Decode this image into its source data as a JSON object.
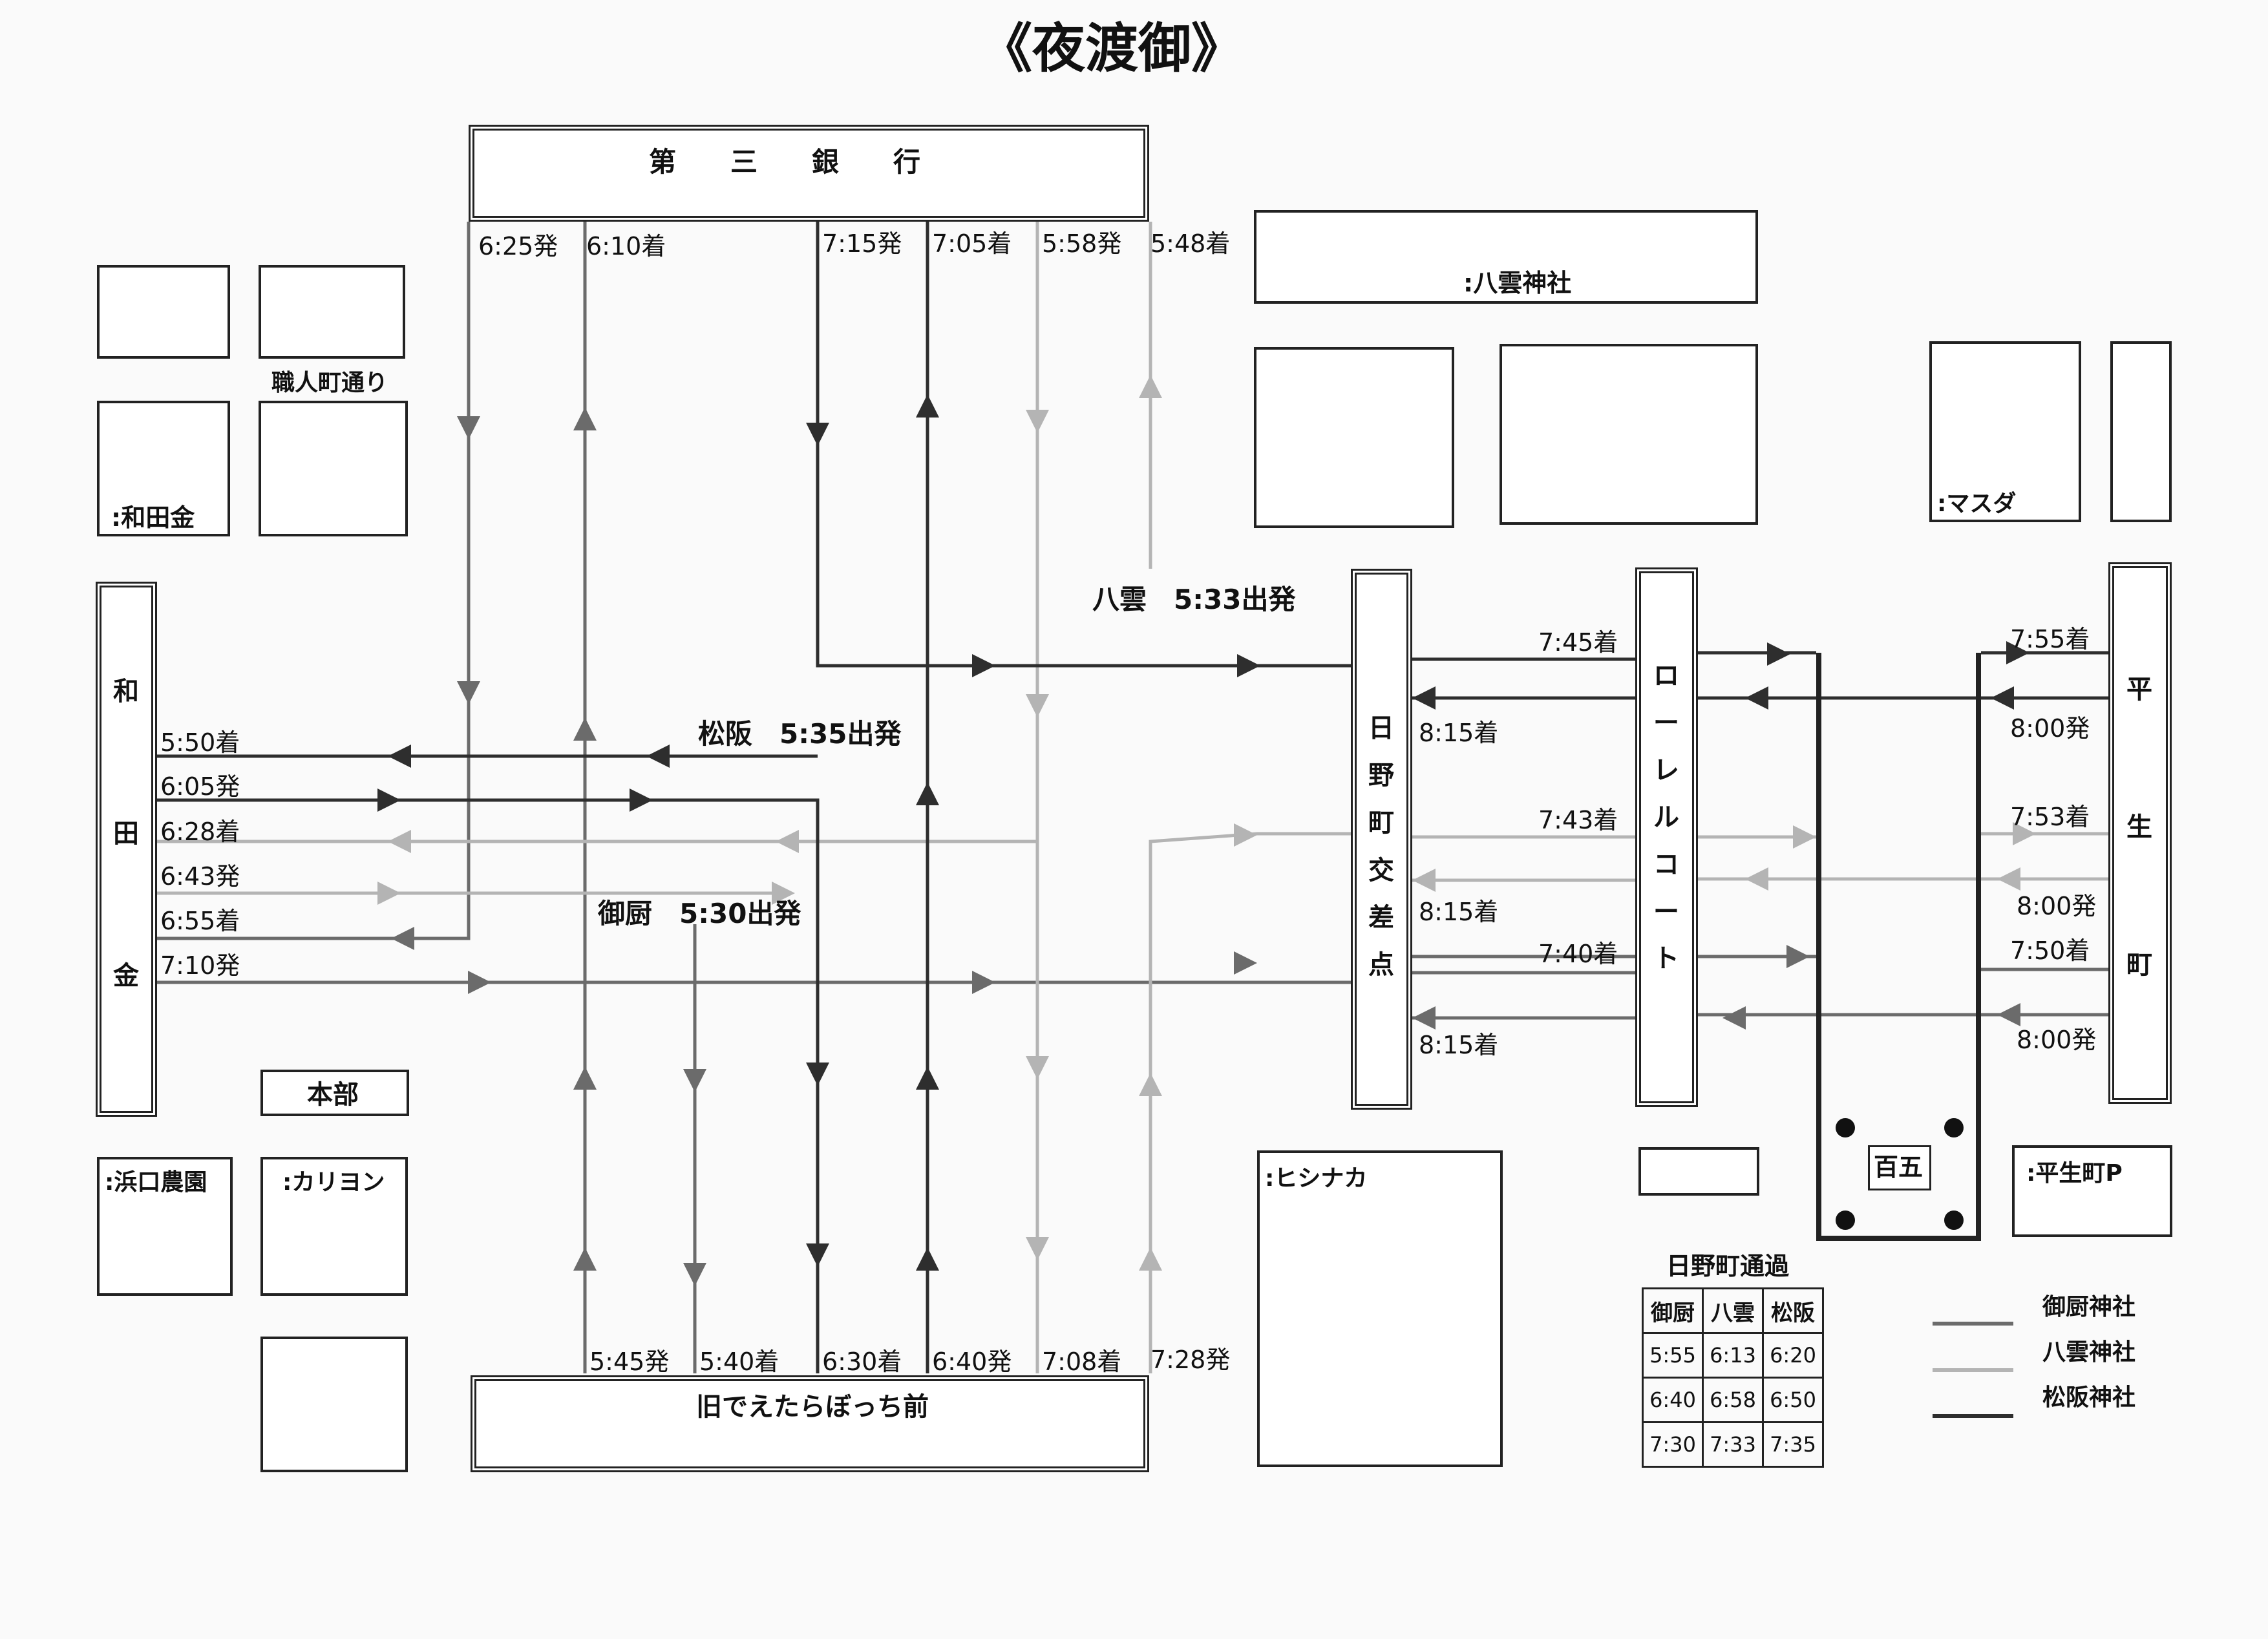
{
  "title": "《夜渡御》",
  "buildings": {
    "daisan_ginko": "第　　三　　銀　　行",
    "yakumo_jinja": ":八雲神社",
    "wadakin_small": ":和田金",
    "shokunin_dori": "職人町通り",
    "masuda": ":マスダ",
    "honbu": "本部",
    "hamaguchi": ":浜口農園",
    "kariyon": ":カリヨン",
    "hishinaka": ":ヒシナカ",
    "hyakugo": "百五",
    "hirao_p": ":平生町P",
    "old_dekitara": "旧でえたらぼっち前"
  },
  "vertical_labels": {
    "wadakin": [
      "和",
      "田",
      "金"
    ],
    "hino_crossing": [
      "日",
      "野",
      "町",
      "交",
      "差",
      "点"
    ],
    "laurel_court": [
      "ロ",
      "ー",
      "レ",
      "ル",
      "コ",
      "ー",
      "ト"
    ],
    "hirao_machi": [
      "平",
      "生",
      "町"
    ]
  },
  "departures": {
    "yakumo": "八雲　5:33出発",
    "matsusaka": "松阪　5:35出発",
    "mikuriya": "御厨　5:30出発"
  },
  "top_times": [
    "6:25発",
    "6:10着",
    "7:15発",
    "7:05着",
    "5:58発",
    "5:48着"
  ],
  "bottom_times": [
    "5:45発",
    "5:40着",
    "6:30着",
    "6:40発",
    "7:08着",
    "7:28発"
  ],
  "wadakin_times": [
    "5:50着",
    "6:05発",
    "6:28着",
    "6:43発",
    "6:55着",
    "7:10発"
  ],
  "hino_times": [
    "7:45着",
    "8:15着",
    "7:43着",
    "8:15着",
    "7:40着",
    "8:15着"
  ],
  "hirao_times": [
    "7:55着",
    "8:00発",
    "7:53着",
    "8:00発",
    "7:50着",
    "8:00発"
  ],
  "pass_table": {
    "title": "日野町通過",
    "headers": [
      "御厨",
      "八雲",
      "松阪"
    ],
    "rows": [
      [
        "5:55",
        "6:13",
        "6:20"
      ],
      [
        "6:40",
        "6:58",
        "6:50"
      ],
      [
        "7:30",
        "7:33",
        "7:35"
      ]
    ]
  },
  "legend": [
    {
      "label": "御厨神社",
      "color": "#6b6b6b"
    },
    {
      "label": "八雲神社",
      "color": "#b4b4b4"
    },
    {
      "label": "松阪神社",
      "color": "#2e2e2e"
    }
  ]
}
